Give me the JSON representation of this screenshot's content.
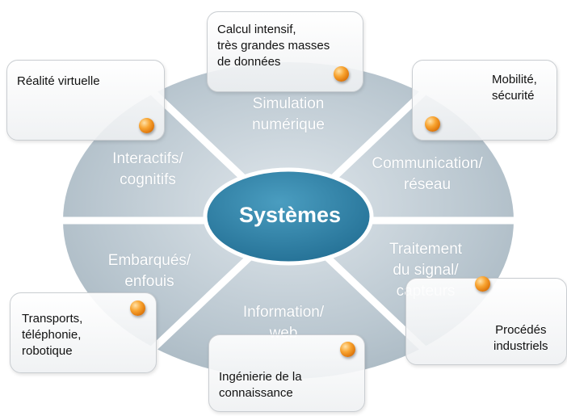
{
  "center": {
    "label": "Systèmes"
  },
  "segments": [
    {
      "id": "simulation",
      "label": "Simulation\nnumérique"
    },
    {
      "id": "communication",
      "label": "Communication/\nréseau"
    },
    {
      "id": "traitement",
      "label": "Traitement\ndu signal/\ncapteurs"
    },
    {
      "id": "information",
      "label": "Information/\nweb"
    },
    {
      "id": "embarques",
      "label": "Embarqués/\nenfouis"
    },
    {
      "id": "interactifs",
      "label": "Interactifs/\ncognitifs"
    }
  ],
  "callouts": [
    {
      "id": "calcul",
      "text": "Calcul intensif,\ntrès grandes masses\nde données"
    },
    {
      "id": "mobilite",
      "text": "Mobilité,\nsécurité"
    },
    {
      "id": "procedes",
      "text": "Procédés\nindustriels"
    },
    {
      "id": "ingenierie",
      "text": "Ingénierie de la\nconnaissance"
    },
    {
      "id": "transports",
      "text": "Transports,\ntéléphonie,\nrobotique"
    },
    {
      "id": "realite",
      "text": "Réalité virtuelle"
    }
  ],
  "colors": {
    "segment_fill": "#b9c6cf",
    "segment_divider": "#ffffff",
    "center_fill": "#2f7fa3",
    "center_border": "#ffffff",
    "orb": "#f39a26"
  }
}
